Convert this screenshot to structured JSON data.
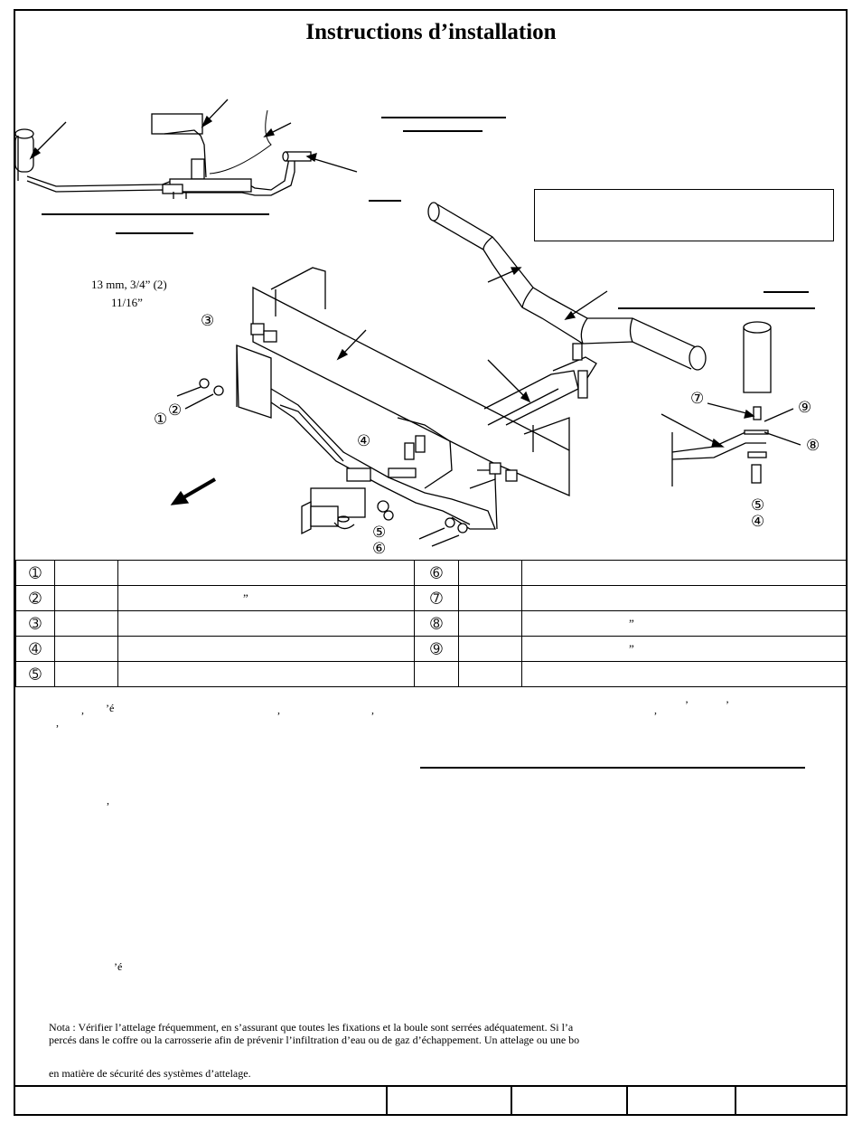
{
  "document": {
    "title": "Instructions d’installation"
  },
  "diagram": {
    "tool_sizes": [
      "13 mm, 3/4” (2)",
      "11/16”"
    ],
    "callouts": [
      "③",
      "①",
      "②",
      "④",
      "⑤",
      "⑥",
      "⑦",
      "⑨",
      "⑧",
      "⑤",
      "④"
    ],
    "direction_arrow": "arrow-left-down-icon"
  },
  "parts_table": {
    "rows": [
      {
        "left_num": "➀",
        "left_qty": "",
        "left_desc": "",
        "right_num": "➅",
        "right_qty": "",
        "right_desc": ""
      },
      {
        "left_num": "➁",
        "left_qty": "",
        "left_desc": "”",
        "right_num": "➆",
        "right_qty": "",
        "right_desc": ""
      },
      {
        "left_num": "➂",
        "left_qty": "",
        "left_desc": "",
        "right_num": "➇",
        "right_qty": "",
        "right_desc": "”"
      },
      {
        "left_num": "➃",
        "left_qty": "",
        "left_desc": "",
        "right_num": "➈",
        "right_qty": "",
        "right_desc": "”"
      },
      {
        "left_num": "➄",
        "left_qty": "",
        "left_desc": "",
        "right_num": "",
        "right_qty": "",
        "right_desc": ""
      }
    ]
  },
  "instructions": {
    "fragments": {
      "line1_a": ",",
      "line1_b": "’é",
      "line1_c": ",",
      "line1_d": ",",
      "line1_e": ",",
      "line1_f": "’",
      "line1_g": "’",
      "line2_a": ",",
      "line3_a": ",",
      "line4_a": "’é"
    },
    "note_line1": "Nota : Vérifier l’attelage fréquemment, en s’assurant que toutes les fixations et la boule sont serrées adéquatement.  Si l’a",
    "note_line2": "percés dans le coffre ou la carrosserie afin de prévenir l’infiltration d’eau ou de gaz d’échappement.  Un attelage ou une bo",
    "note_line3": "en matière de sécurité des systèmes d’attelage."
  },
  "footer": {
    "cells": [
      "",
      "",
      "",
      "",
      ""
    ]
  }
}
